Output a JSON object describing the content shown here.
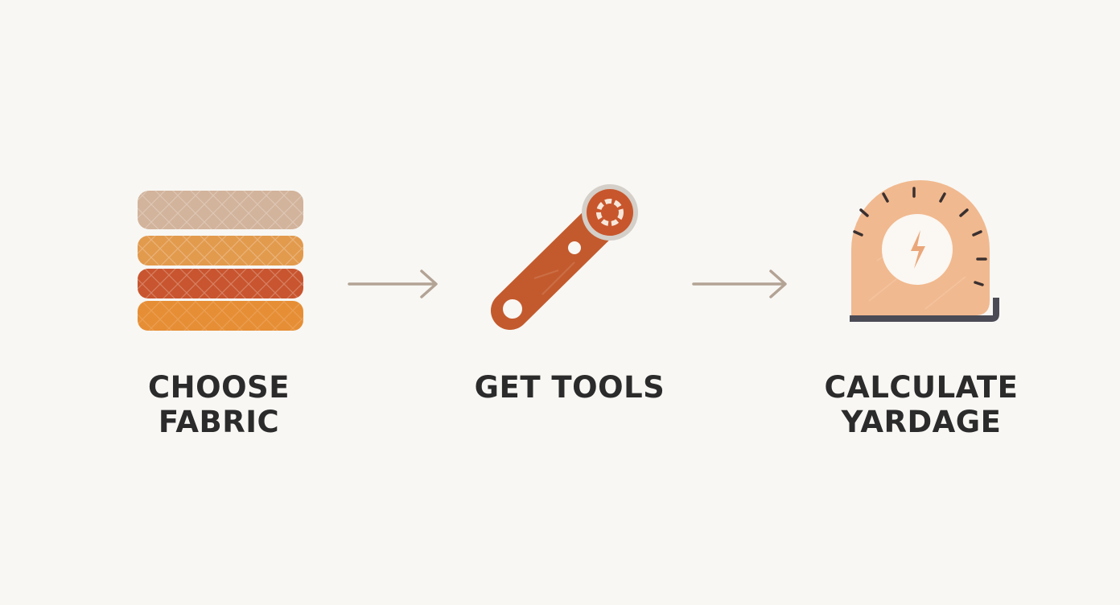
{
  "steps": [
    {
      "icon": "fabric-stack-icon",
      "label_lines": [
        "CHOOSE",
        "FABRIC"
      ]
    },
    {
      "icon": "rotary-cutter-icon",
      "label_lines": [
        "GET TOOLS"
      ]
    },
    {
      "icon": "measuring-tape-icon",
      "label_lines": [
        "CALCULATE",
        "YARDAGE"
      ]
    }
  ],
  "colors": {
    "background": "#f8f7f4",
    "text": "#2b2b2b",
    "arrow": "#b3a395",
    "fabric_layers": [
      "#d2b39b",
      "#e29a4d",
      "#c8552f",
      "#e68e35"
    ],
    "cutter_handle": "#c35a2d",
    "tape_body": "#f1b98f",
    "tape_base": "#4a4b55"
  }
}
